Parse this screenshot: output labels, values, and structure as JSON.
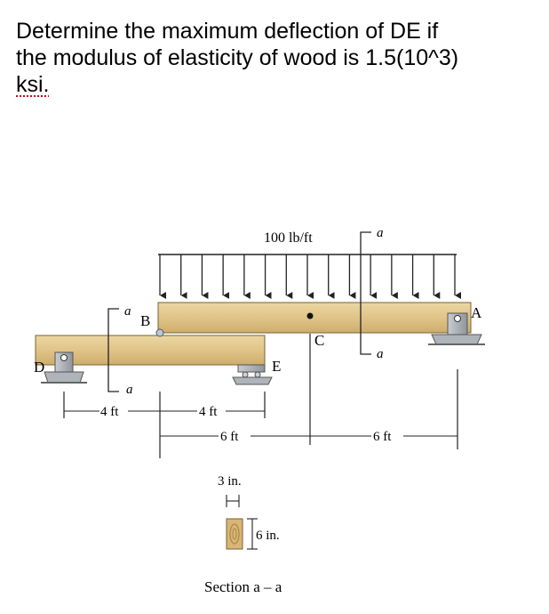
{
  "question": {
    "line1": "Determine the maximum deflection of DE if",
    "line2": "the modulus of elasticity of wood is 1.5(10^3)",
    "line3": "ksi."
  },
  "figure": {
    "load_label": "100 lb/ft",
    "point_labels": {
      "A": "A",
      "B": "B",
      "C": "C",
      "D": "D",
      "E": "E"
    },
    "section_marks": {
      "top_left": "a",
      "bottom_left": "a",
      "top_right": "a",
      "bottom_right": "a"
    },
    "dimensions": {
      "dim_4ft_left": "4 ft",
      "dim_4ft_right": "4 ft",
      "dim_6ft_left": "6 ft",
      "dim_6ft_right": "6 ft"
    },
    "section": {
      "width_label": "3 in.",
      "height_label": "6 in.",
      "title": "Section a – a"
    },
    "colors": {
      "wood": "#e0c488",
      "wood_edge": "#8a6d3b",
      "support": "#9fa6ad",
      "ground": "#7d8389",
      "line": "#222222"
    }
  }
}
